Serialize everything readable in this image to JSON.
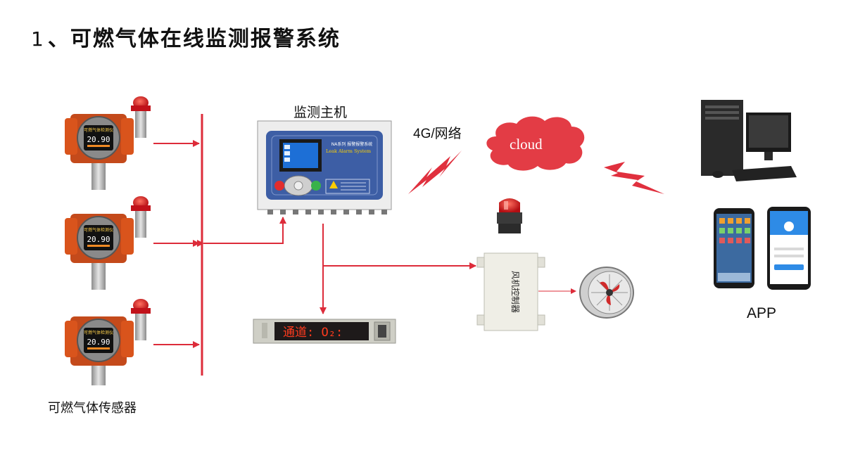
{
  "title": {
    "number": "1",
    "text": "、可燃气体在线监测报警系统"
  },
  "sensors": {
    "label": "可燃气体传感器",
    "display_value": "20.90",
    "display_header": "可燃气体检测仪"
  },
  "host": {
    "label": "监测主机",
    "panel_title_cn": "NA系列 报警报警系统",
    "panel_title_en": "Leak Alarm System"
  },
  "network": {
    "label": "4G/网络",
    "cloud_label": "cloud"
  },
  "led_display": {
    "text": "通道: O₂:"
  },
  "fan_controller": {
    "label": "风机控制器"
  },
  "app": {
    "label": "APP"
  },
  "colors": {
    "arrow": "#dd2c3a",
    "cloud": "#e33c45",
    "led_text": "#ff3b1e",
    "sensor_body": "#d9541c"
  }
}
